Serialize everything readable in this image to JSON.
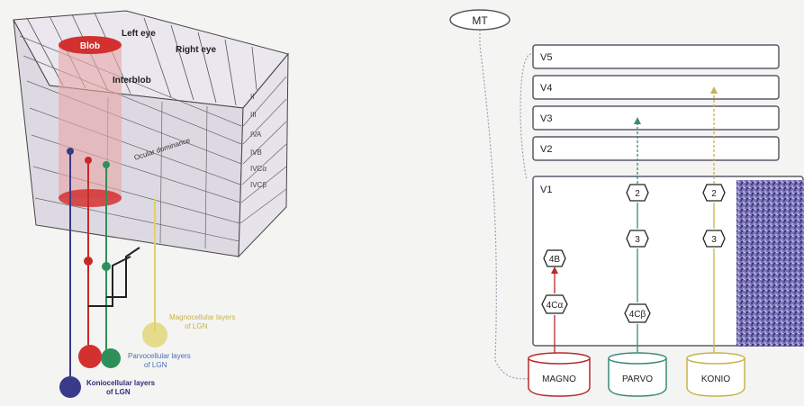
{
  "left_panel": {
    "labels": {
      "blob": "Blob",
      "left_eye": "Left eye",
      "right_eye": "Right eye",
      "interblob": "Interblob",
      "ocular_dominance": "Ocular dominance",
      "layers": [
        "II",
        "III",
        "IVA",
        "IVB",
        "IVCα",
        "IVCβ"
      ],
      "magnocellular": [
        "Magnocellular layers",
        "of LGN"
      ],
      "parvocellular": [
        "Parvocellular layers",
        "of LGN"
      ],
      "koniocellular": [
        "Koniocellular layers",
        "of LGN"
      ]
    },
    "colors": {
      "blob_fill": "#d33030",
      "magno": "#e0d36a",
      "parvo": "#2f8f5a",
      "konio": "#3a3a8a",
      "red_path": "#c82828"
    }
  },
  "right_panel": {
    "mt_label": "MT",
    "areas": [
      "V5",
      "V4",
      "V3",
      "V2"
    ],
    "v1_label": "V1",
    "nodes": {
      "magno": [
        "4B",
        "4Cα"
      ],
      "parvo": [
        "2",
        "3",
        "4Cβ"
      ],
      "konio": [
        "2",
        "3"
      ]
    },
    "streams": [
      "MAGNO",
      "PARVO",
      "KONIO"
    ],
    "colors": {
      "magno": "#b8282c",
      "parvo": "#3a8a7a",
      "konio": "#c8b24a",
      "box_stroke": "#5a5a6a"
    }
  }
}
